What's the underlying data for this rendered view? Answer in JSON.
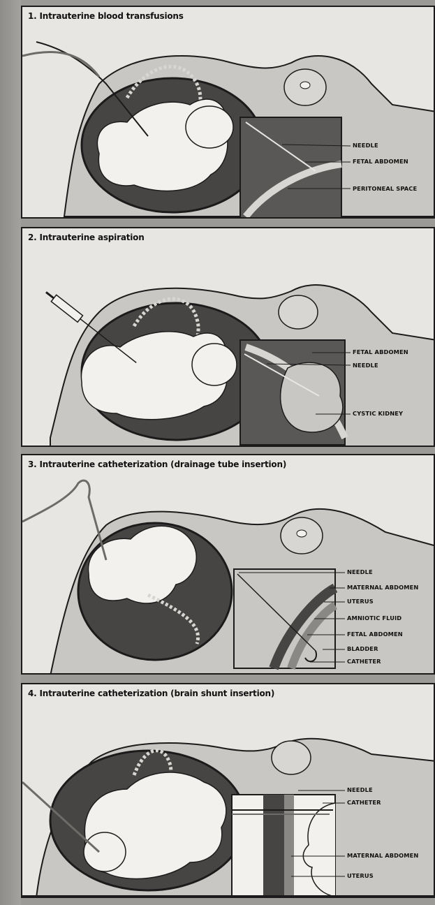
{
  "panels": [
    {
      "title": "1. Intrauterine blood transfusions",
      "labels": [
        "NEEDLE",
        "FETAL ABDOMEN",
        "PERITONEAL SPACE"
      ]
    },
    {
      "title": "2. Intrauterine aspiration",
      "labels": [
        "FETAL ABDOMEN",
        "NEEDLE",
        "CYSTIC KIDNEY"
      ]
    },
    {
      "title": "3. Intrauterine catheterization (drainage tube insertion)",
      "labels": [
        "NEEDLE",
        "MATERNAL ABDOMEN",
        "UTERUS",
        "AMNIOTIC FLUID",
        "FETAL ABDOMEN",
        "BLADDER",
        "CATHETER"
      ]
    },
    {
      "title": "4. Intrauterine catheterization (brain shunt insertion)",
      "labels": [
        "NEEDLE",
        "CATHETER",
        "MATERNAL ABDOMEN",
        "UTERUS"
      ]
    }
  ],
  "colors": {
    "uterus_fill": "#474544",
    "maternal_fill": "#c9c7c3",
    "fetus_fill": "#f2f1ee",
    "outline": "#1b1b1b"
  }
}
